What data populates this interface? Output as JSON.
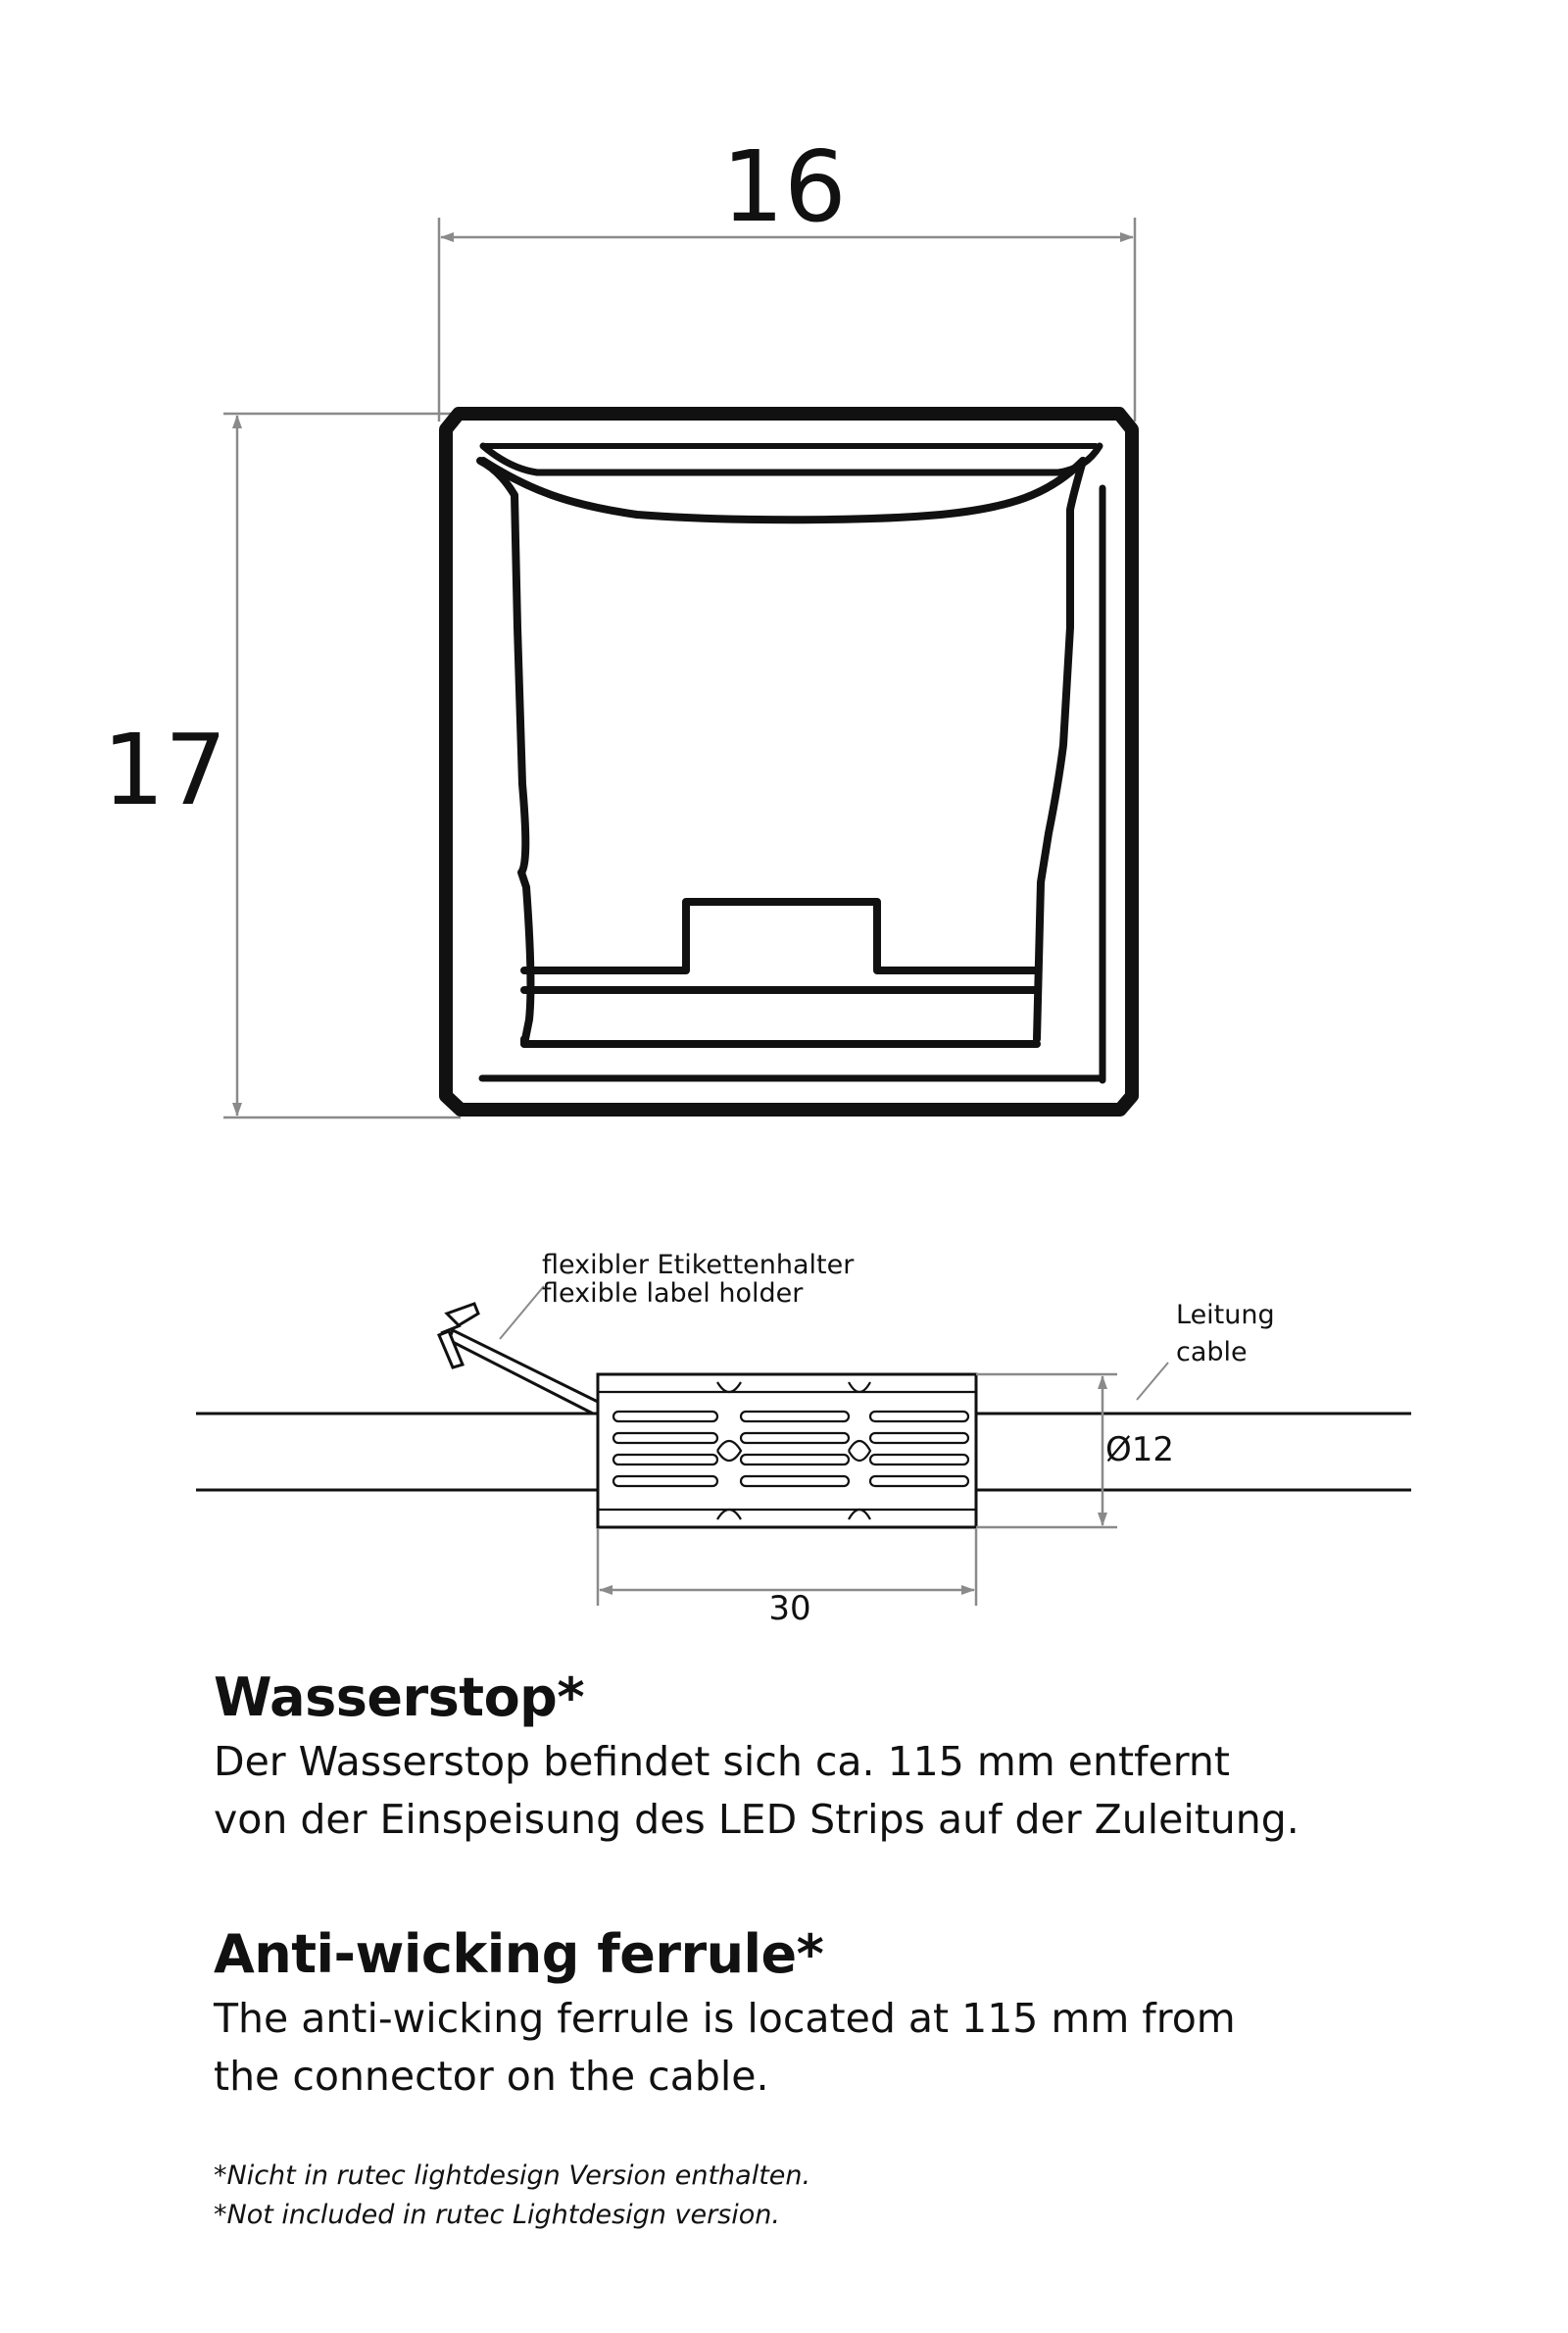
{
  "profile": {
    "width_label": "16",
    "height_label": "17"
  },
  "ferrule": {
    "label_holder_de": "flexibler Etikettenhalter",
    "label_holder_en": "flexible label holder",
    "cable_de": "Leitung",
    "cable_en": "cable",
    "diameter_label": "Ø12",
    "length_label": "30"
  },
  "sections": [
    {
      "heading": "Wasserstop*",
      "lines": [
        "Der Wasserstop befindet sich ca. 115 mm entfernt",
        "von der Einspeisung des LED Strips auf der Zuleitung."
      ]
    },
    {
      "heading": "Anti-wicking ferrule*",
      "lines": [
        "The anti-wicking ferrule is located at 115 mm from",
        "the connector on the cable."
      ]
    }
  ],
  "footnotes": [
    "*Nicht in rutec lightdesign Version enthalten.",
    "*Not included in rutec Lightdesign version."
  ],
  "colors": {
    "ink": "#111111",
    "dimension_line": "#8a8a8a"
  }
}
